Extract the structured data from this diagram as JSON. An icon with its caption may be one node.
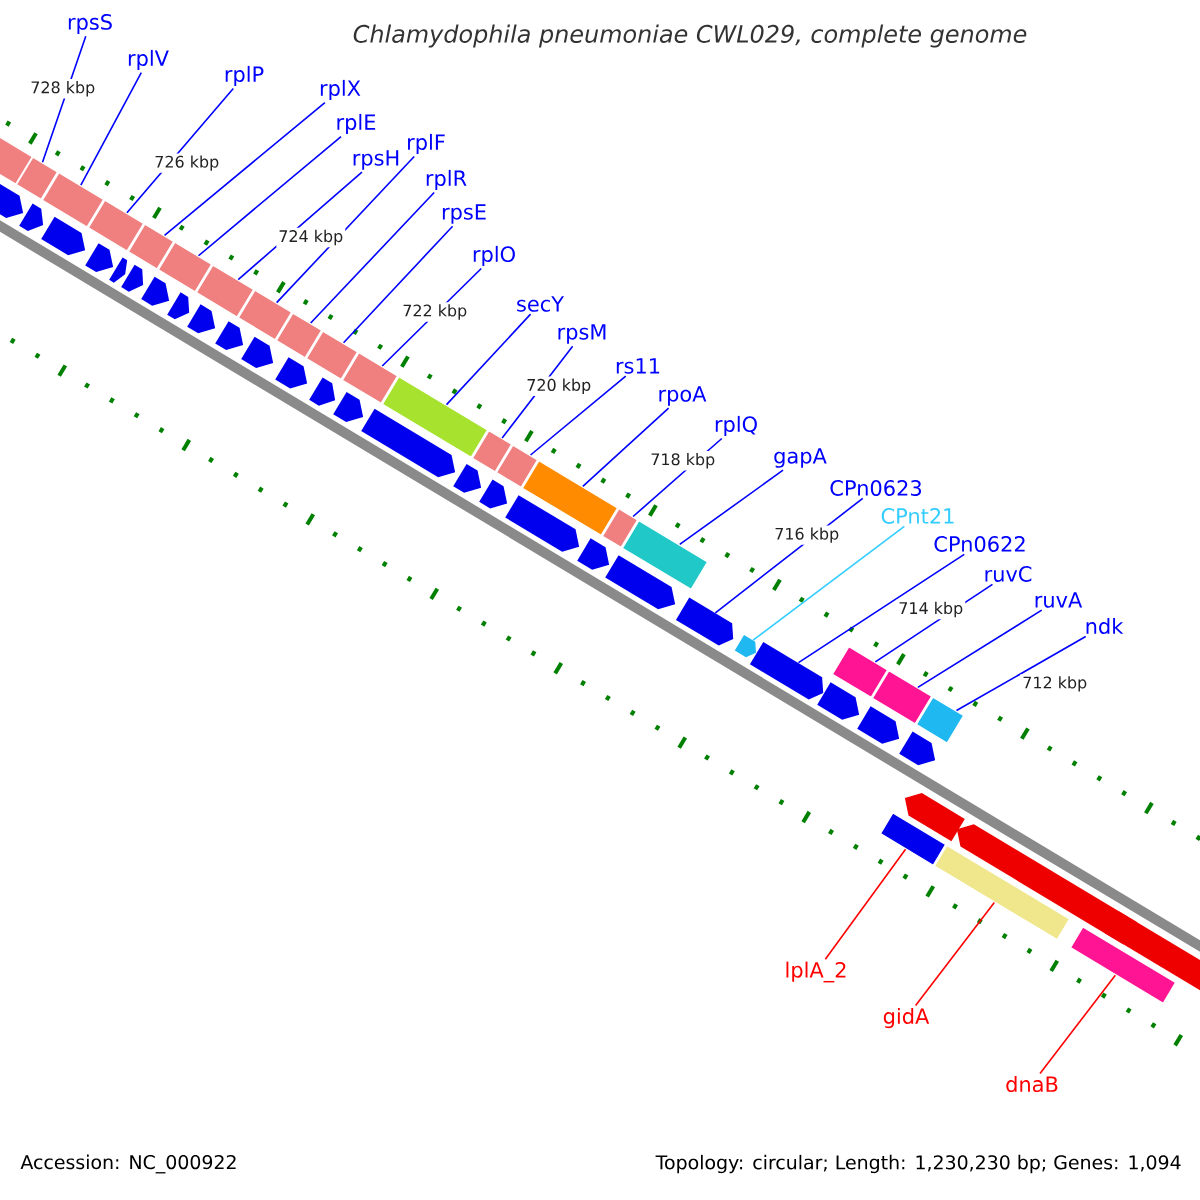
{
  "diagram": {
    "title": "Chlamydophila pneumoniae CWL029, complete genome",
    "nodes": [
      {
        "text": [
          "rpsS"
        ]
      },
      {
        "text": [
          "rplV"
        ]
      },
      {
        "text": [
          "rplP"
        ]
      },
      {
        "text": [
          "rplX"
        ]
      },
      {
        "text": [
          "rplE"
        ]
      },
      {
        "text": [
          "rpsH"
        ]
      },
      {
        "text": [
          "rplF"
        ]
      },
      {
        "text": [
          "rplR"
        ]
      },
      {
        "text": [
          "rpsE"
        ]
      },
      {
        "text": [
          "rplO"
        ]
      },
      {
        "text": [
          "secY"
        ]
      },
      {
        "text": [
          "rpsM"
        ]
      },
      {
        "text": [
          "rs11"
        ]
      },
      {
        "text": [
          "rpoA"
        ]
      },
      {
        "text": [
          "rplQ"
        ]
      },
      {
        "text": [
          "gapA"
        ]
      },
      {
        "text": [
          "CPn0623"
        ]
      },
      {
        "text": [
          "CPnt21"
        ]
      },
      {
        "text": [
          "CPn0622"
        ]
      },
      {
        "text": [
          "ruvC"
        ]
      },
      {
        "text": [
          "ruvA"
        ]
      },
      {
        "text": [
          "ndk"
        ]
      },
      {
        "text": [
          "lplA_2"
        ]
      },
      {
        "text": [
          "gidA"
        ]
      },
      {
        "text": [
          "dnaB"
        ]
      },
      {
        "text": [],
        "shape": "bar"
      },
      {
        "text": [],
        "shape": "bar"
      },
      {
        "text": [],
        "shape": "bar"
      },
      {
        "text": [],
        "shape": "bar"
      },
      {
        "text": [],
        "shape": "bar"
      },
      {
        "text": [],
        "shape": "bar"
      },
      {
        "text": [],
        "shape": "bar"
      },
      {
        "text": [],
        "shape": "bar"
      },
      {
        "text": [],
        "shape": "bar"
      },
      {
        "text": [],
        "shape": "bar"
      },
      {
        "text": [],
        "shape": "bar"
      },
      {
        "text": [],
        "shape": "bar"
      },
      {
        "text": [],
        "shape": "bar"
      },
      {
        "text": [],
        "shape": "bar"
      },
      {
        "text": [],
        "shape": "bar"
      },
      {
        "text": [],
        "shape": "bar"
      },
      {
        "text": [],
        "shape": "arrow"
      },
      {
        "text": [],
        "shape": "arrow"
      },
      {
        "text": [],
        "shape": "arrow"
      },
      {
        "text": [],
        "shape": "bar"
      },
      {
        "text": [],
        "shape": "bar"
      },
      {
        "text": [],
        "shape": "bar"
      },
      {
        "text": [],
        "shape": "bar"
      },
      {
        "text": [],
        "shape": "bar"
      },
      {
        "text": [],
        "shape": "bar"
      }
    ],
    "edges": [
      {
        "from": 0,
        "to": 25,
        "arrow": "none"
      },
      {
        "from": 1,
        "to": 26,
        "arrow": "none"
      },
      {
        "from": 2,
        "to": 27,
        "arrow": "none"
      },
      {
        "from": 3,
        "to": 28,
        "arrow": "none"
      },
      {
        "from": 4,
        "to": 29,
        "arrow": "none"
      },
      {
        "from": 5,
        "to": 30,
        "arrow": "none"
      },
      {
        "from": 6,
        "to": 31,
        "arrow": "none"
      },
      {
        "from": 7,
        "to": 32,
        "arrow": "none"
      },
      {
        "from": 8,
        "to": 33,
        "arrow": "none"
      },
      {
        "from": 9,
        "to": 34,
        "arrow": "none"
      },
      {
        "from": 10,
        "to": 35,
        "arrow": "none"
      },
      {
        "from": 11,
        "to": 36,
        "arrow": "none"
      },
      {
        "from": 12,
        "to": 37,
        "arrow": "none"
      },
      {
        "from": 13,
        "to": 38,
        "arrow": "none"
      },
      {
        "from": 14,
        "to": 39,
        "arrow": "none"
      },
      {
        "from": 15,
        "to": 40,
        "arrow": "none"
      },
      {
        "from": 16,
        "to": 41,
        "arrow": "none"
      },
      {
        "from": 17,
        "to": 42,
        "arrow": "none",
        "color": "#33ccff"
      },
      {
        "from": 18,
        "to": 43,
        "arrow": "none"
      },
      {
        "from": 19,
        "to": 44,
        "arrow": "none"
      },
      {
        "from": 20,
        "to": 45,
        "arrow": "none"
      },
      {
        "from": 21,
        "to": 46,
        "arrow": "none"
      },
      {
        "from": 22,
        "to": 47,
        "arrow": "none",
        "color": "#ff0000"
      },
      {
        "from": 23,
        "to": 48,
        "arrow": "none",
        "color": "#ff0000"
      },
      {
        "from": 24,
        "to": 49,
        "arrow": "none",
        "color": "#ff0000"
      }
    ],
    "labels": [
      "728 kbp",
      "726 kbp",
      "724 kbp",
      "722 kbp",
      "720 kbp",
      "718 kbp",
      "716 kbp",
      "714 kbp",
      "712 kbp",
      "Accession: NC_000922",
      "Topology: circular; Length: 1,230,230 bp; Genes: 1,094"
    ]
  }
}
